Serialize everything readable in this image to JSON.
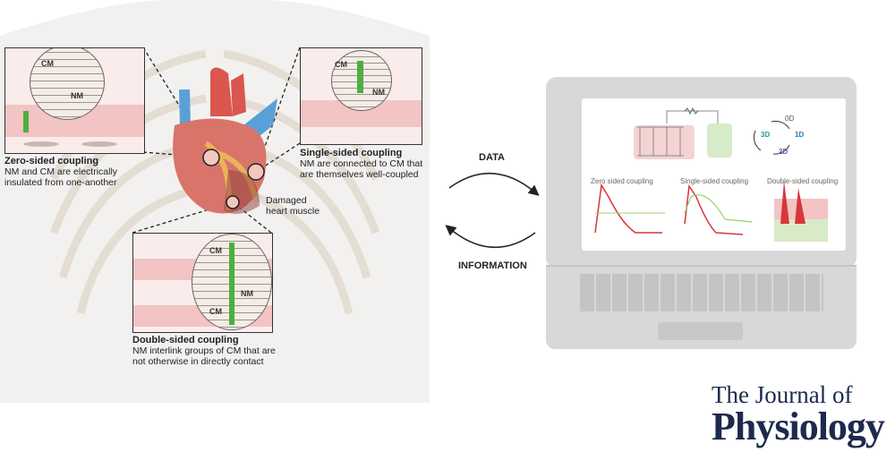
{
  "zero_sided": {
    "title": "Zero-sided coupling",
    "description": "NM and CM are electrically insulated from one-another",
    "label_cm": "CM",
    "label_nm": "NM"
  },
  "single_sided": {
    "title": "Single-sided coupling",
    "description": "NM are connected to CM that are themselves well-coupled",
    "label_cm": "CM",
    "label_nm": "NM"
  },
  "double_sided": {
    "title": "Double-sided coupling",
    "description": "NM interlink groups of CM that are not otherwise in directly contact",
    "label_cm_top": "CM",
    "label_nm": "NM",
    "label_cm_bottom": "CM"
  },
  "heart_label": "Damaged heart muscle",
  "arrows": {
    "data": "DATA",
    "information": "INFORMATION"
  },
  "laptop_screen": {
    "dims": [
      "0D",
      "1D",
      "2D",
      "3D"
    ],
    "plots": [
      "Zero sided coupling",
      "Single-sided coupling",
      "Double-sided coupling"
    ]
  },
  "journal": {
    "line1": "The Journal of",
    "line2": "Physiology"
  },
  "colors": {
    "cm_pink": "#f4d3d3",
    "nm_green": "#4caf3f",
    "heart_red": "#d9574f",
    "vessel_blue": "#5aa0d8",
    "trace_red": "#d8363a",
    "trace_green": "#9ccf6f",
    "navy": "#1d2a4d"
  }
}
